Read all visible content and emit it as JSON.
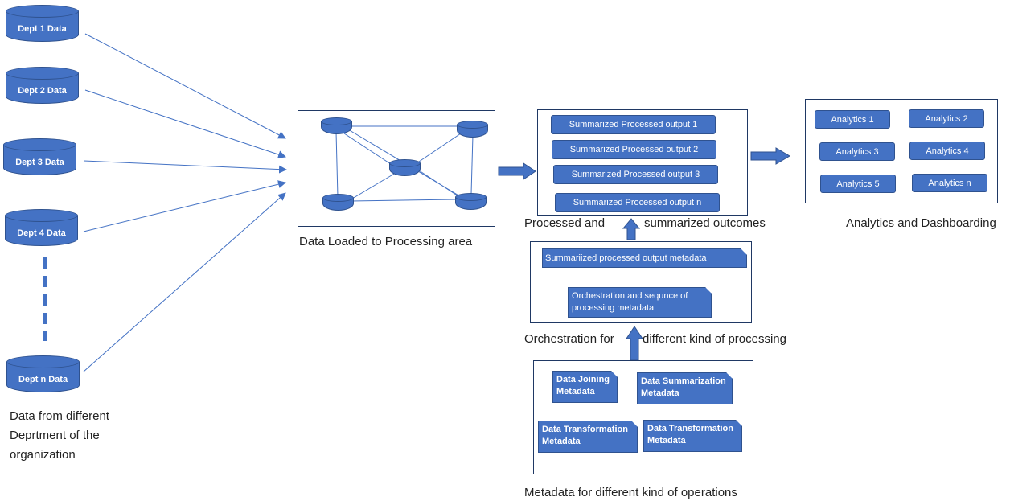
{
  "departments": {
    "items": [
      "Dept 1 Data",
      "Dept 2 Data",
      "Dept 3 Data",
      "Dept 4 Data",
      "Dept n Data"
    ],
    "caption": "Data from different Deprtment of the organization"
  },
  "processing_area": {
    "caption": "Data Loaded to Processing area"
  },
  "summarized": {
    "items": [
      "Summarized Processed output 1",
      "Summarized Processed output 2",
      "Summarized Processed output 3",
      "Summarized Processed output n"
    ],
    "caption_part1": "Processed and",
    "caption_part2": "summarized outcomes"
  },
  "analytics": {
    "items": [
      "Analytics 1",
      "Analytics 2",
      "Analytics 3",
      "Analytics 4",
      "Analytics 5",
      "Analytics n"
    ],
    "caption": "Analytics and Dashboarding"
  },
  "orchestration": {
    "output_metadata": "Summariized processed output metadata",
    "sequence_metadata": "Orchestration and sequnce of processing metadata",
    "caption_part1": "Orchestration for",
    "caption_part2": "different kind of processing"
  },
  "metadata_ops": {
    "items": [
      "Data Joining Metadata",
      "Data Summarization Metadata",
      "Data Transformation Metadata",
      "Data Transformation Metadata"
    ],
    "caption": "Metadata for different kind of operations"
  },
  "colors": {
    "fill": "#4472c4",
    "stroke": "#2f528f",
    "frame": "#1f3864",
    "arrow": "#4472c4"
  }
}
